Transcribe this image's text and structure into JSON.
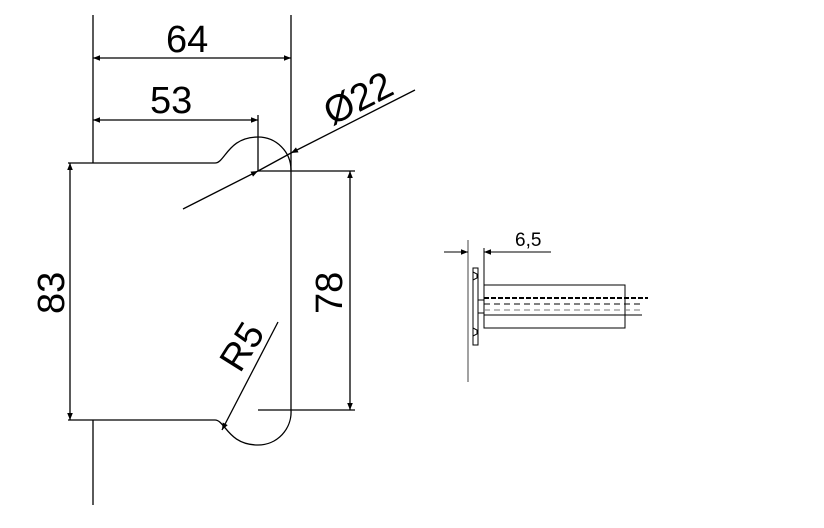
{
  "front_view": {
    "dim_width_total": "64",
    "dim_width_to_center": "53",
    "dim_diameter": "Ø22",
    "dim_height_total": "83",
    "dim_height_inner": "78",
    "dim_radius": "R5"
  },
  "side_view": {
    "dim_offset": "6,5"
  },
  "colors": {
    "line": "#000000",
    "background": "#ffffff"
  }
}
